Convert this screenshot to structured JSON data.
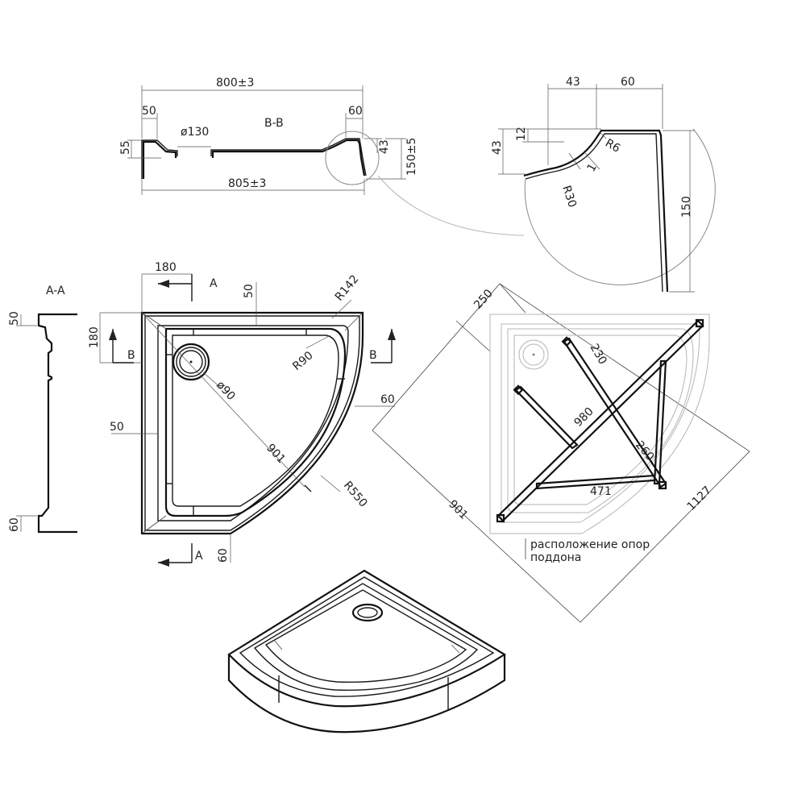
{
  "section_bb": {
    "title": "B-B",
    "dim_top_width": "800±3",
    "dim_bottom_width": "805±3",
    "dim_left_rim": "50",
    "dim_right_rim": "60",
    "dim_left_height": "55",
    "dim_drain": "ø130",
    "dim_right_height_small": "43",
    "dim_right_height_total": "150±5"
  },
  "detail": {
    "dim_top_left": "43",
    "dim_top_right": "60",
    "dim_small_height": "12",
    "dim_left_height": "43",
    "dim_radius_small": "R6",
    "dim_radius_large": "R30",
    "dim_thickness": "1",
    "dim_total_height": "150"
  },
  "section_aa": {
    "title": "A-A",
    "dim_top": "50",
    "dim_bottom": "60"
  },
  "plan": {
    "dim_180_top": "180",
    "dim_180_left": "180",
    "dim_50_top": "50",
    "dim_50_left": "50",
    "dim_r142": "R142",
    "dim_r90": "R90",
    "dim_drain": "ø90",
    "dim_diag": "901",
    "dim_r550": "R550",
    "dim_60_right": "60",
    "dim_60_bottom": "60",
    "cut_a_top": "A",
    "cut_a_bottom": "A",
    "cut_b_left": "B",
    "cut_b_right": "B"
  },
  "supports": {
    "dim_250": "250",
    "dim_230": "230",
    "dim_980": "980",
    "dim_260": "260",
    "dim_471": "471",
    "dim_901": "901",
    "dim_1127": "1127",
    "caption_line1": "расположение опор",
    "caption_line2": "поддона"
  }
}
